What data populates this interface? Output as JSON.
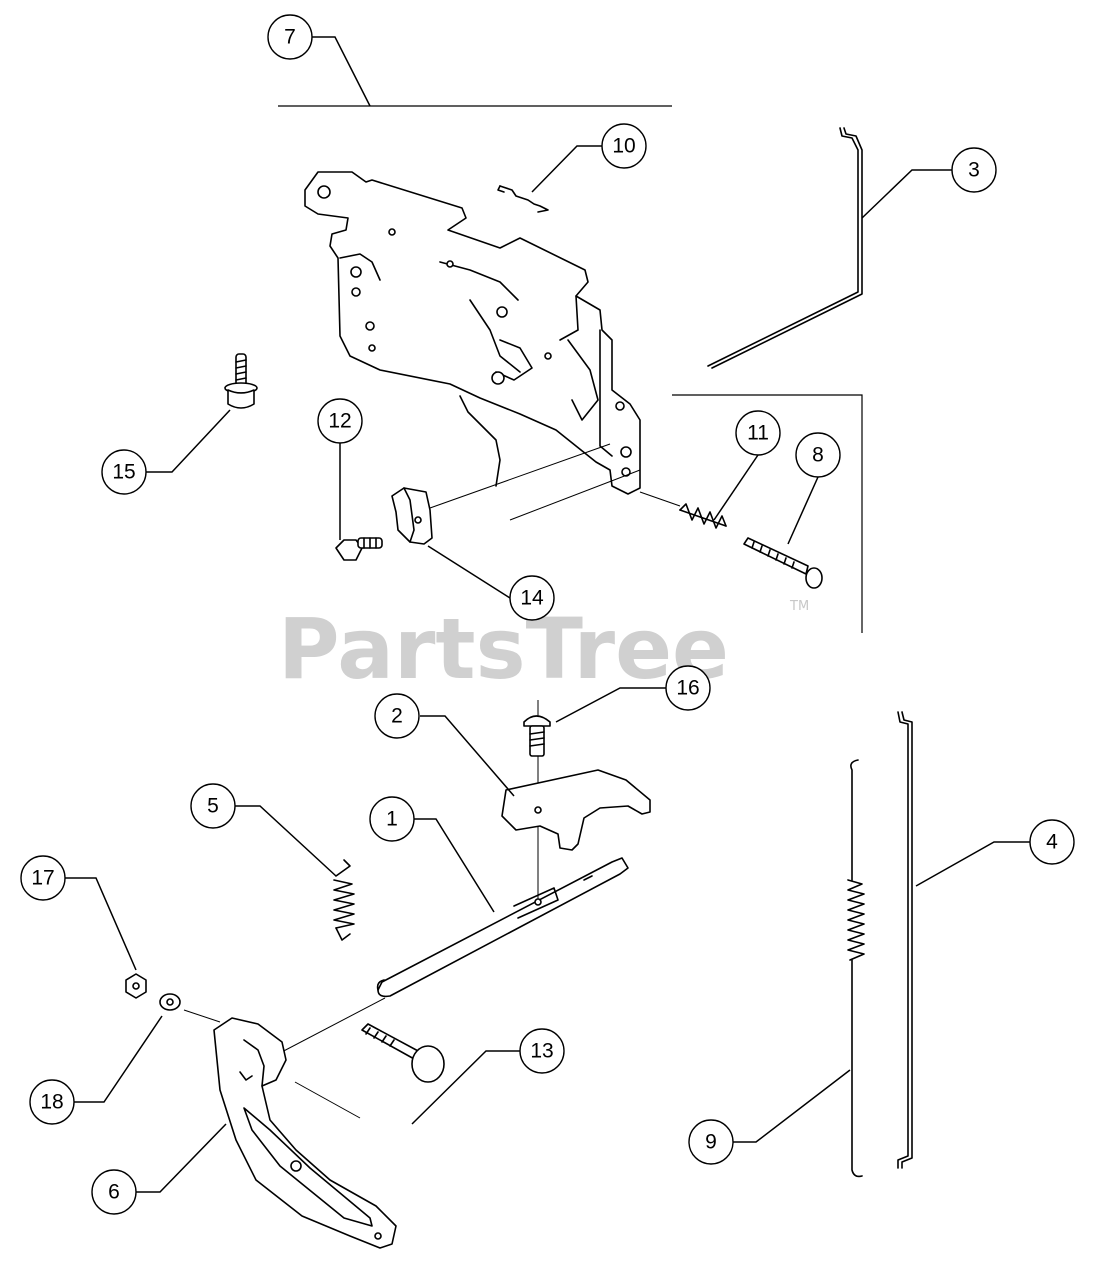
{
  "watermark": {
    "brand": "PartsTree",
    "trademark": "TM"
  },
  "callouts": [
    {
      "label": "1"
    },
    {
      "label": "2"
    },
    {
      "label": "3"
    },
    {
      "label": "4"
    },
    {
      "label": "5"
    },
    {
      "label": "6"
    },
    {
      "label": "7"
    },
    {
      "label": "8"
    },
    {
      "label": "9"
    },
    {
      "label": "10"
    },
    {
      "label": "11"
    },
    {
      "label": "12"
    },
    {
      "label": "13"
    },
    {
      "label": "14"
    },
    {
      "label": "15"
    },
    {
      "label": "16"
    },
    {
      "label": "17"
    },
    {
      "label": "18"
    }
  ],
  "colors": {
    "ink": "#000000",
    "watermark": "#c8c8c8",
    "background": "#ffffff"
  }
}
